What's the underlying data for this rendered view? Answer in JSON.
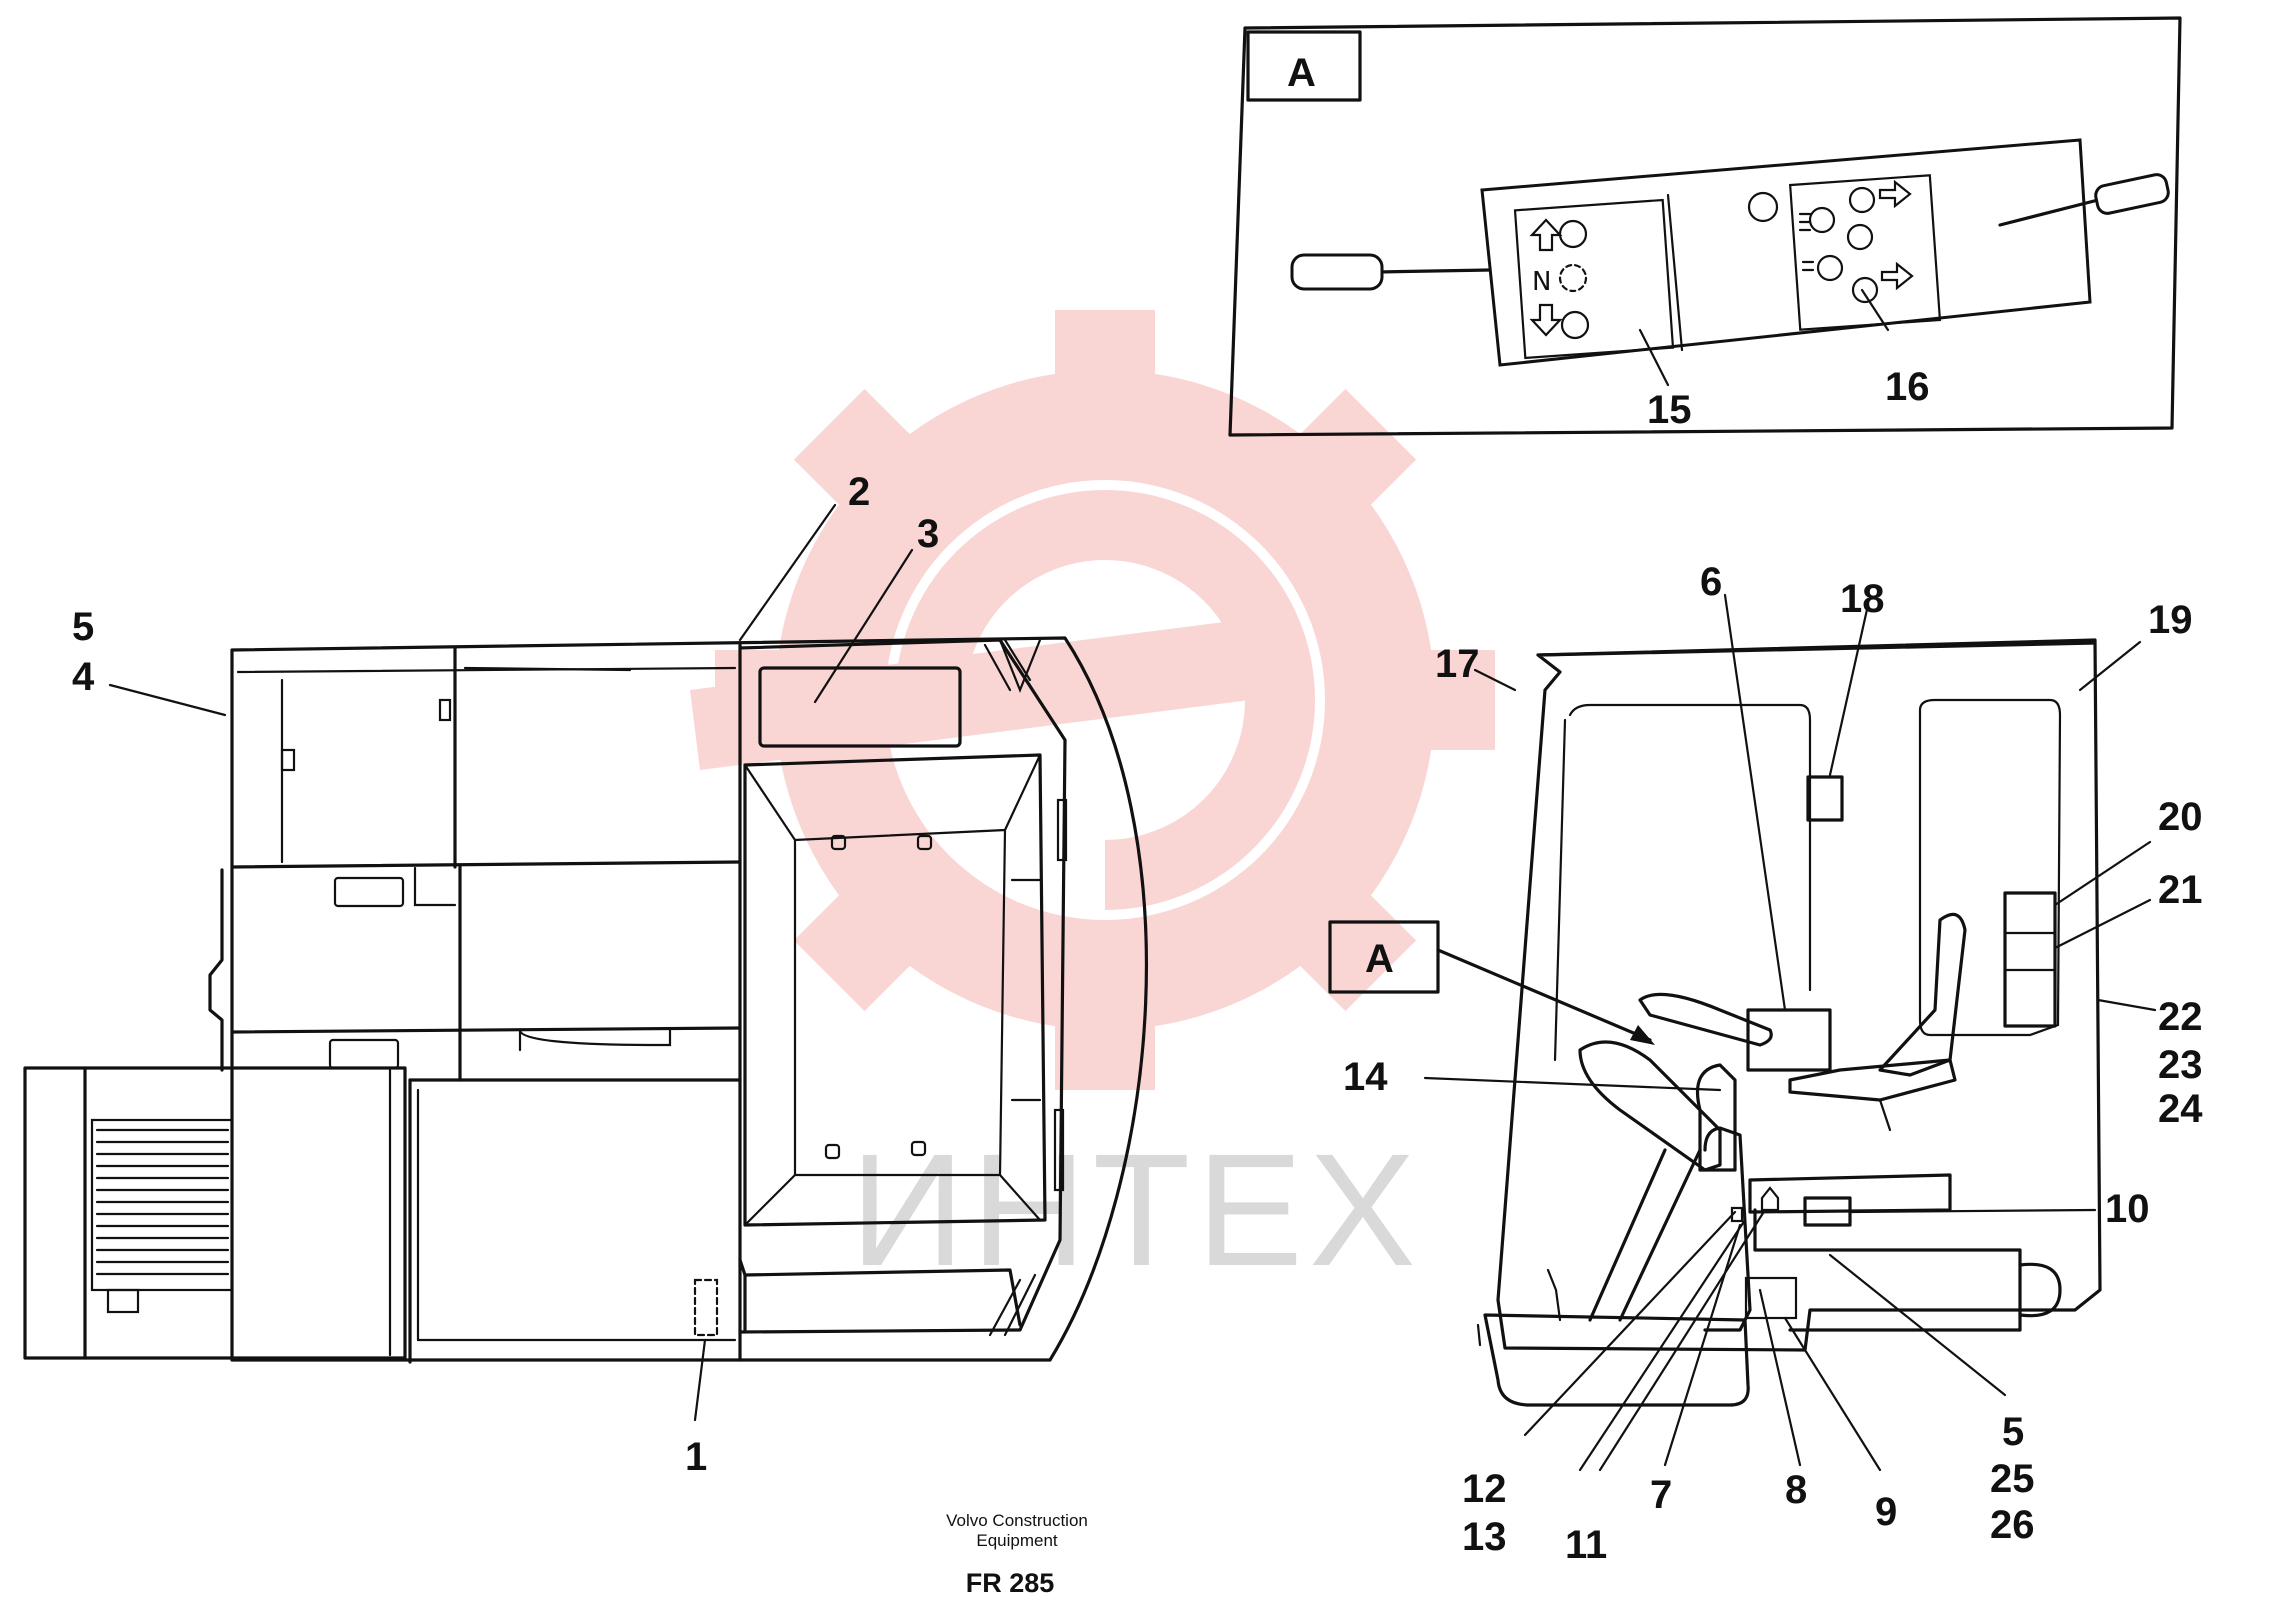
{
  "diagram": {
    "detail_view_label": "A",
    "callout_label": "A",
    "part_labels": {
      "p1": "1",
      "p2": "2",
      "p3": "3",
      "p4": "4",
      "p5a": "5",
      "p5b": "5",
      "p6": "6",
      "p7": "7",
      "p8": "8",
      "p9": "9",
      "p10": "10",
      "p11": "11",
      "p12": "12",
      "p13": "13",
      "p14": "14",
      "p15": "15",
      "p16": "16",
      "p17": "17",
      "p18": "18",
      "p19": "19",
      "p20": "20",
      "p21": "21",
      "p22": "22",
      "p23": "23",
      "p24": "24",
      "p25": "25",
      "p26": "26"
    },
    "switch_neutral_glyph": "N"
  },
  "footer": {
    "maker_line1": "Volvo Construction",
    "maker_line2": "Equipment",
    "drawing_ref": "FR 285"
  },
  "watermark": {
    "text": "ИНТЕХ",
    "color": "#e8483f"
  }
}
